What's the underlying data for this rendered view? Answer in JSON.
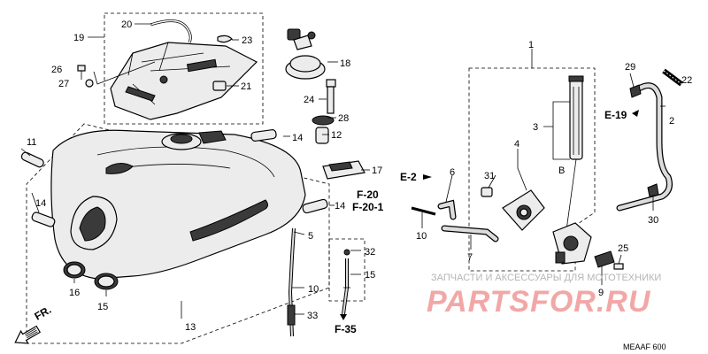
{
  "callouts": [
    {
      "id": "c20",
      "text": "20"
    },
    {
      "id": "c19",
      "text": "19"
    },
    {
      "id": "c23",
      "text": "23"
    },
    {
      "id": "c26",
      "text": "26"
    },
    {
      "id": "c27",
      "text": "27"
    },
    {
      "id": "c21",
      "text": "21"
    },
    {
      "id": "c18",
      "text": "18"
    },
    {
      "id": "c24",
      "text": "24"
    },
    {
      "id": "c28",
      "text": "28"
    },
    {
      "id": "c12",
      "text": "12"
    },
    {
      "id": "c14a",
      "text": "14"
    },
    {
      "id": "c17",
      "text": "17"
    },
    {
      "id": "c11",
      "text": "11"
    },
    {
      "id": "c14b",
      "text": "14"
    },
    {
      "id": "c14c",
      "text": "14"
    },
    {
      "id": "c16",
      "text": "16"
    },
    {
      "id": "c15a",
      "text": "15"
    },
    {
      "id": "c13",
      "text": "13"
    },
    {
      "id": "c5",
      "text": "5"
    },
    {
      "id": "c10a",
      "text": "10"
    },
    {
      "id": "c33",
      "text": "33"
    },
    {
      "id": "c32",
      "text": "32"
    },
    {
      "id": "c15b",
      "text": "15"
    },
    {
      "id": "c10b",
      "text": "10"
    },
    {
      "id": "c1",
      "text": "1"
    },
    {
      "id": "c3",
      "text": "3"
    },
    {
      "id": "cB",
      "text": "B"
    },
    {
      "id": "c4",
      "text": "4"
    },
    {
      "id": "c31",
      "text": "31"
    },
    {
      "id": "c6",
      "text": "6"
    },
    {
      "id": "c10c",
      "text": "10"
    },
    {
      "id": "c7",
      "text": "7"
    },
    {
      "id": "c29",
      "text": "29"
    },
    {
      "id": "c22",
      "text": "22"
    },
    {
      "id": "c2",
      "text": "2"
    },
    {
      "id": "c30",
      "text": "30"
    },
    {
      "id": "c25",
      "text": "25"
    },
    {
      "id": "c9",
      "text": "9"
    }
  ],
  "references": [
    {
      "id": "e19",
      "text": "E-19"
    },
    {
      "id": "e2",
      "text": "E-2"
    },
    {
      "id": "f20",
      "text": "F-20"
    },
    {
      "id": "f201",
      "text": "F-20-1"
    },
    {
      "id": "f35",
      "text": "F-35"
    }
  ],
  "direction_label": "FR.",
  "diagram_code": "MEAAF 600",
  "watermark": {
    "tagline": "ЗАПЧАСТИ И АКСЕССУАРЫ ДЛЯ МОТОТЕХНИКИ",
    "brand": "PARTSFOR.RU",
    "color": "#f2a7a7"
  }
}
